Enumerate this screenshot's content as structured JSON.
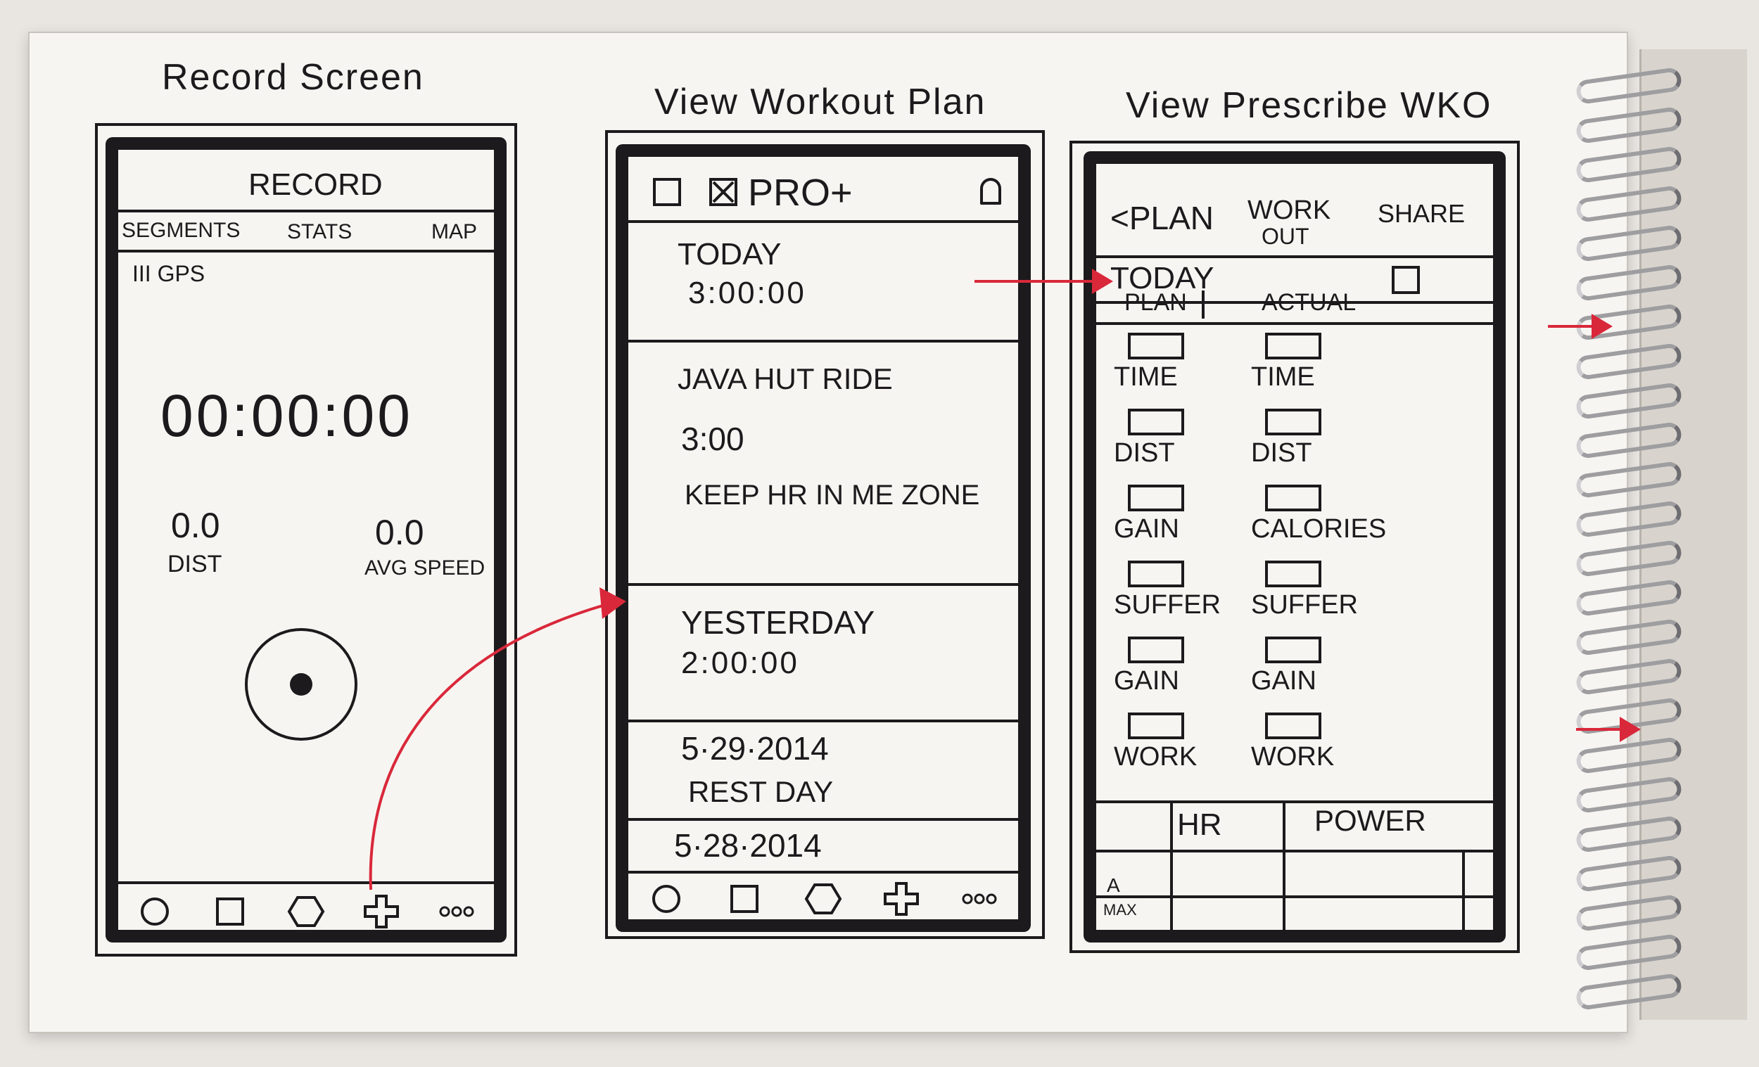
{
  "screens": {
    "record": {
      "label": "Record Screen",
      "title": "RECORD",
      "tabs": [
        "SEGMENTS",
        "STATS",
        "MAP"
      ],
      "gps": "III GPS",
      "timer": "00:00:00",
      "dist_value": "0.0",
      "dist_label": "DIST",
      "speed_value": "0.0",
      "speed_label": "AVG SPEED"
    },
    "plan": {
      "label": "View Workout Plan",
      "header_title": "PRO+",
      "items": [
        {
          "line1": "TODAY",
          "line2": "3:00:00"
        },
        {
          "line1": "JAVA HUT RIDE",
          "line2": "3:00",
          "line3": "KEEP HR IN ME ZONE"
        },
        {
          "line1": "YESTERDAY",
          "line2": "2:00:00"
        },
        {
          "line1": "5·29·2014",
          "line2": "REST DAY"
        },
        {
          "line1": "5·28·2014"
        }
      ]
    },
    "prescribed": {
      "label": "View Prescribe WKO",
      "back": "<PLAN",
      "title_line1": "WORK",
      "title_line2": "OUT",
      "share": "SHARE",
      "today": "TODAY",
      "col_plan": "PLAN",
      "col_actual": "ACTUAL",
      "left_metrics": [
        "TIME",
        "DIST",
        "GAIN",
        "SUFFER",
        "GAIN",
        "WORK"
      ],
      "right_metrics": [
        "TIME",
        "DIST",
        "CALORIES",
        "SUFFER",
        "GAIN",
        "WORK"
      ],
      "table_hr": "HR",
      "table_power": "POWER",
      "row_avg": "A",
      "row_max": "MAX"
    }
  },
  "tabbar_icons": [
    "circle-icon",
    "square-icon",
    "hexagon-icon",
    "plus-icon",
    "more-icon"
  ],
  "colors": {
    "ink": "#1c1a1c",
    "red": "#d9283a",
    "paper": "#f7f5f1"
  }
}
